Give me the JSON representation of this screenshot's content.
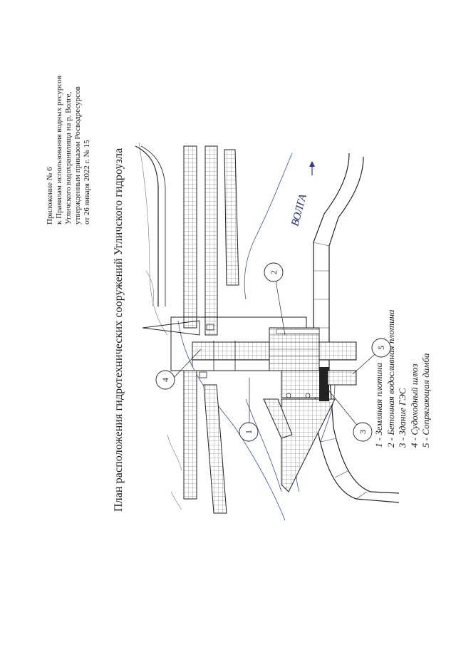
{
  "header": {
    "line1": "Приложение № 6",
    "line2": "к Правилам использования водных ресурсов",
    "line3": "Угличского водохранилища на р. Волге,",
    "line4": "утвержденным приказом Росводресурсов",
    "line5": "от 26 января 2022 г. № 15"
  },
  "title": "План расположения гидротехнических сооружений Угличского гидроузла",
  "river_label": "ВОЛГА",
  "legend": [
    "1 - Земляная плотина",
    "2 - Бетонная водосливная плотина",
    "3 - Здание ГЭС",
    "4 - Судоходный шлюз",
    "5 - Сопрягающая дамба"
  ],
  "callouts": [
    "1",
    "2",
    "3",
    "4",
    "5"
  ],
  "colors": {
    "ink": "#1a1a1a",
    "water": "#3b4fa0"
  }
}
